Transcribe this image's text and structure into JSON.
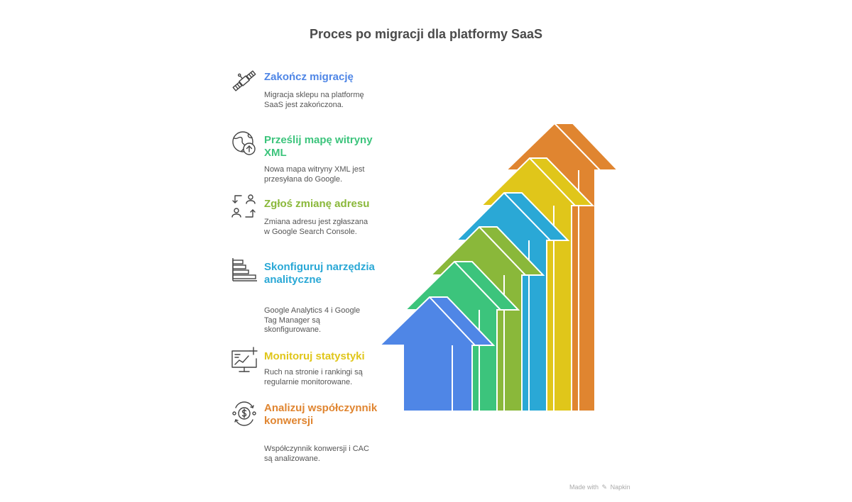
{
  "title": "Proces po migracji dla platformy SaaS",
  "steps": [
    {
      "heading": "Zakończ migrację",
      "description": "Migracja sklepu na platformę SaaS jest zakończona.",
      "color": "#4f86e6",
      "icon": "satellite-icon"
    },
    {
      "heading": "Prześlij mapę witryny XML",
      "description": "Nowa mapa witryny XML jest przesyłana do Google.",
      "color": "#3cc47c",
      "icon": "globe-upload-icon"
    },
    {
      "heading": "Zgłoś zmianę adresu",
      "description": "Zmiana adresu jest zgłaszana w Google Search Console.",
      "color": "#8ab83a",
      "icon": "user-swap-icon"
    },
    {
      "heading": "Skonfiguruj narzędzia analityczne",
      "description": "Google Analytics 4 i Google Tag Manager są skonfigurowane.",
      "color": "#2aa8d6",
      "icon": "bar-chart-icon"
    },
    {
      "heading": "Monitoruj statystyki",
      "description": "Ruch na stronie i rankingi są regularnie monitorowane.",
      "color": "#e0c61a",
      "icon": "monitor-chart-icon"
    },
    {
      "heading": "Analizuj współczynnik konwersji",
      "description": "Współczynnik konwersji i CAC są analizowane.",
      "color": "#e08530",
      "icon": "money-cycle-icon"
    }
  ],
  "footer": {
    "made_with": "Made with",
    "brand": "Napkin"
  }
}
